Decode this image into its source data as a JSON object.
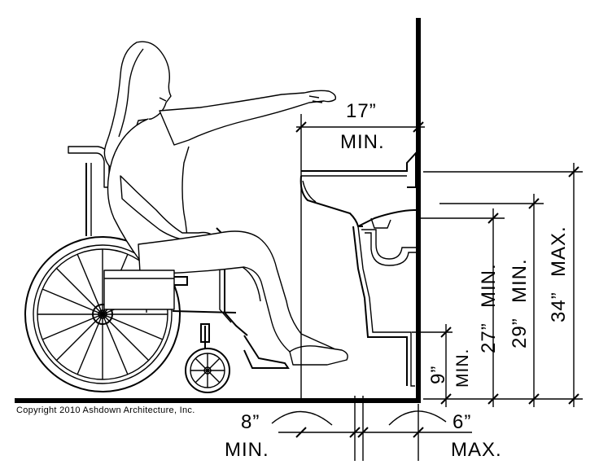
{
  "dimensions": {
    "knee_depth": {
      "value": "17”",
      "qualifier": "MIN."
    },
    "toe_height": {
      "value": "9”",
      "qualifier": "MIN."
    },
    "knee_height": {
      "value": "27”",
      "qualifier": "MIN."
    },
    "apron_height": {
      "value": "29”",
      "qualifier": "MIN."
    },
    "rim_height": {
      "value": "34”",
      "qualifier": "MAX."
    },
    "toe_depth_min": {
      "value": "8”",
      "qualifier": "MIN."
    },
    "toe_depth_max": {
      "value": "6”",
      "qualifier": "MAX."
    }
  },
  "copyright": "Copyright 2010 Ashdown Architecture, Inc."
}
